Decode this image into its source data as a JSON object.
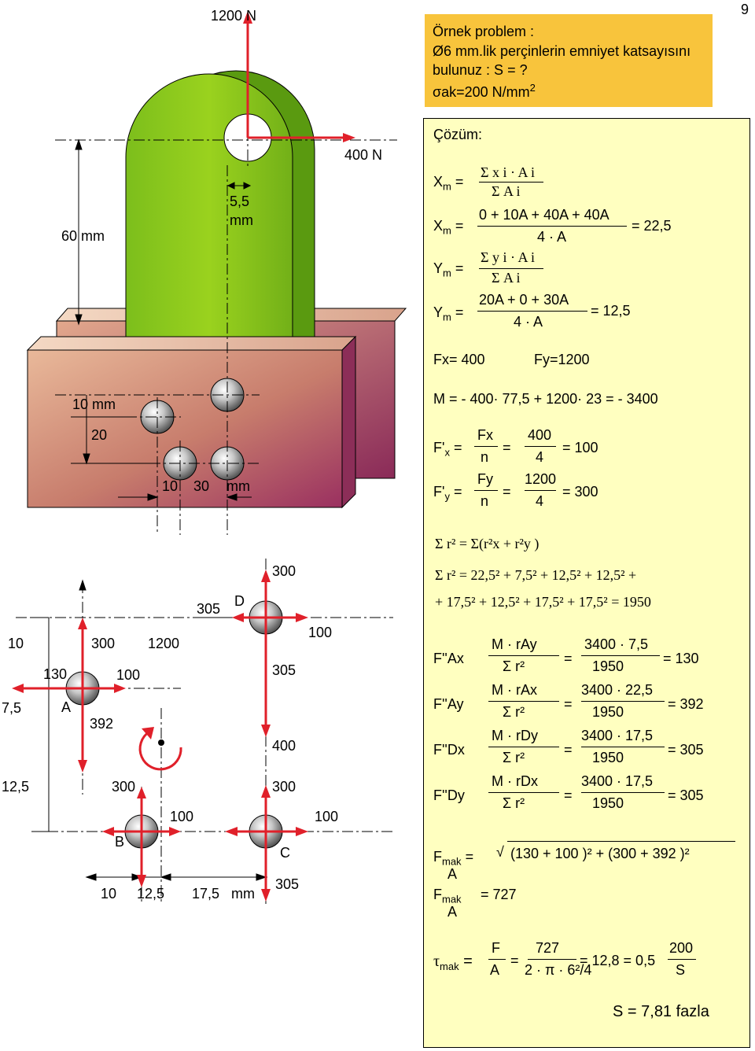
{
  "page_number": "9",
  "problem": {
    "line1": "Örnek problem :",
    "line2": "Ø6 mm.lik perçinlerin emniyet katsayısını",
    "line3": "bulunuz : S = ?",
    "sigma": "σak=200 N/mm",
    "sigma_exp": "2"
  },
  "drawing_top": {
    "force_vertical": "1200  N",
    "force_horizontal": "400  N",
    "dim_60": "60 mm",
    "dim_55": "5,5",
    "dim_55_unit": "mm",
    "dim_10mm": "10 mm",
    "dim_20": "20",
    "dim_10": "10",
    "dim_30": "30",
    "dim_mm": "mm"
  },
  "drawing_bottom": {
    "labels": [
      "300",
      "305",
      "D",
      "100",
      "10",
      "300",
      "1200",
      "130",
      "100",
      "305",
      "7,5",
      "A",
      "392",
      "400",
      "12,5",
      "300",
      "300",
      "100",
      "100",
      "B",
      "C",
      "10",
      "12,5",
      "17,5",
      "mm",
      "305"
    ]
  },
  "solution": {
    "title": "Çözüm:",
    "xm_label": "X",
    "xm_sub": "m",
    "xm_formula_num": "Σ x i · A i",
    "xm_formula_den": "Σ A i",
    "xm_num": "0 + 10A + 40A + 40A",
    "xm_den": "4 · A",
    "xm_result": "= 22,5",
    "ym_label": "Y",
    "ym_sub": "m",
    "ym_formula_num": "Σ y i · A i",
    "ym_formula_den": "Σ A i",
    "ym_num": "20A + 0 + 30A",
    "ym_den": "4 · A",
    "ym_result": "= 12,5",
    "fx": "Fx= 400",
    "fy": "Fy=1200",
    "moment": "M = - 400· 77,5 + 1200· 23 = - 3400",
    "fx1_num1": "Fx",
    "fx1_den1": "n",
    "fx1_num2": "400",
    "fx1_den2": "4",
    "fx1_res": "= 100",
    "fy1_num1": "Fy",
    "fy1_den1": "n",
    "fy1_num2": "1200",
    "fy1_den2": "4",
    "fy1_res": "= 300",
    "sum_r": "Σ r² = Σ(r²x + r²y )",
    "sum_r2_line1": "Σ r² = 22,5² + 7,5² + 12,5² + 12,5² +",
    "sum_r2_line2": "+ 17,5² + 12,5² + 17,5² + 17,5² = 1950",
    "fax": {
      "label": "F''Ax",
      "num": "M · rAy",
      "den": "Σ r²",
      "num2": "3400 · 7,5",
      "den2": "1950",
      "res": "= 130"
    },
    "fay": {
      "label": "F''Ay",
      "num": "M · rAx",
      "den": "Σ r²",
      "num2": "3400 · 22,5",
      "den2": "1950",
      "res": "= 392"
    },
    "fdx": {
      "label": "F''Dx",
      "num": "M · rDy",
      "den": "Σ r²",
      "num2": "3400 · 17,5",
      "den2": "1950",
      "res": "= 305"
    },
    "fdy": {
      "label": "F''Dy",
      "num": "M · rDx",
      "den": "Σ r²",
      "num2": "3400 · 17,5",
      "den2": "1950",
      "res": "= 305"
    },
    "fmak_label": "F",
    "fmak_sub": "mak",
    "fmak_sub2": "A",
    "fmak_expr": "(130 + 100 )² + (300 + 392 )²",
    "fmak_result": "= 727",
    "tau_label": "τ",
    "tau_sub": "mak",
    "tau_eq1_num": "F",
    "tau_eq1_den": "A",
    "tau_eq2_num": "727",
    "tau_eq2_den": "2 · π · 6²/4",
    "tau_result": "= 12,8 = 0,5",
    "tau_frac_num": "200",
    "tau_frac_den": "S",
    "final": "S = 7,81  fazla"
  }
}
